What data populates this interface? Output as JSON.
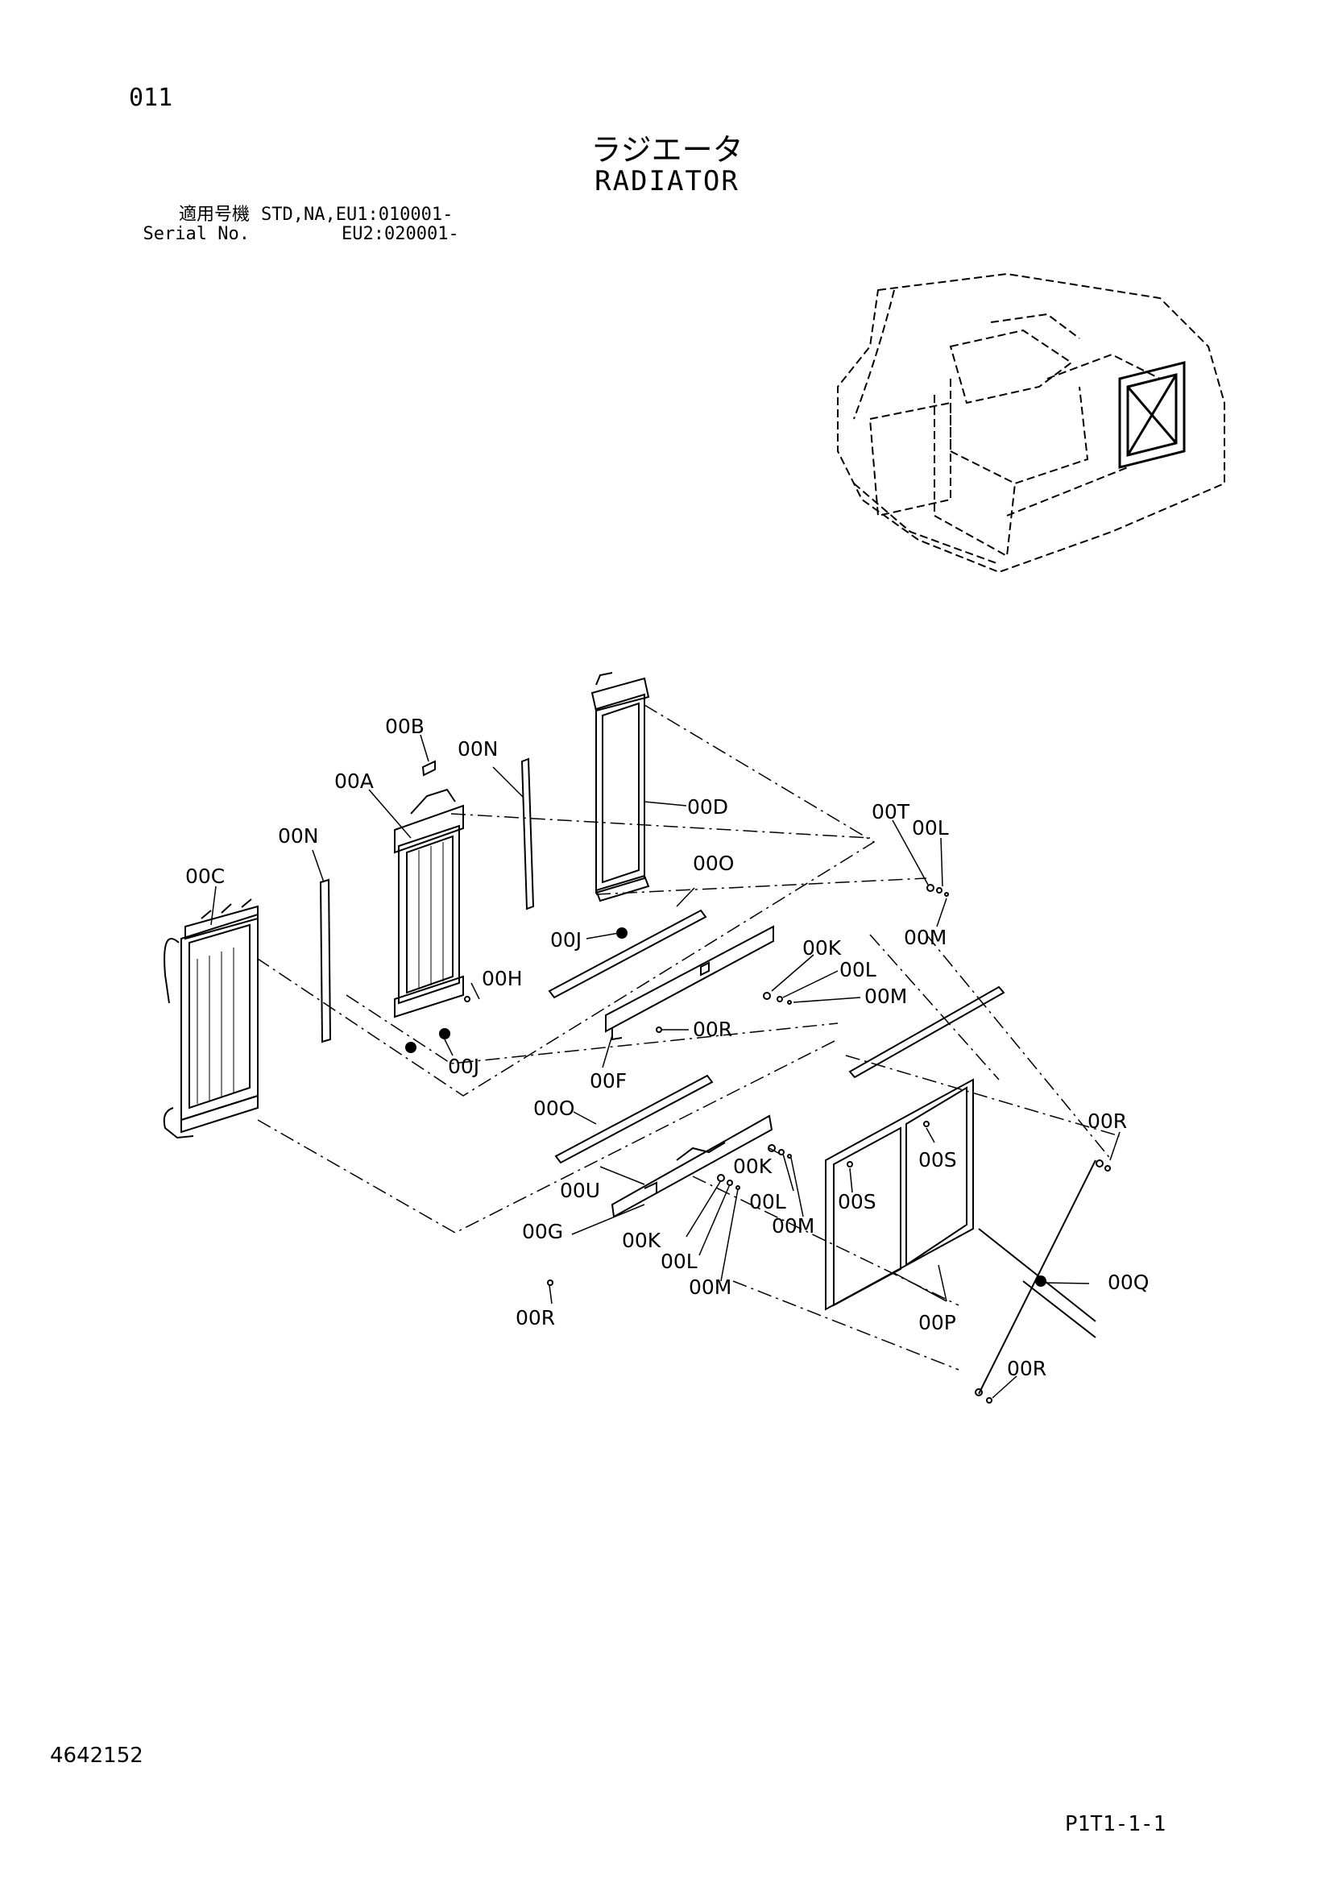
{
  "page_number": "011",
  "title_jp": "ラジエータ",
  "title_en": "RADIATOR",
  "serial": {
    "label_jp": "適用号機",
    "label_en": "Serial No.",
    "line1": "STD,NA,EU1:010001-",
    "line2": "EU2:020001-"
  },
  "part_labels": {
    "B": "00B",
    "N1": "00N",
    "A": "00A",
    "N2": "00N",
    "C": "00C",
    "D": "00D",
    "T": "00T",
    "L1": "00L",
    "O1": "00O",
    "M1": "00M",
    "J1": "00J",
    "K1": "00K",
    "L2": "00L",
    "H": "00H",
    "M2": "00M",
    "R1": "00R",
    "J2": "00J",
    "F": "00F",
    "O2": "00O",
    "R2": "00R",
    "S1": "00S",
    "U": "00U",
    "K2": "00K",
    "S2": "00S",
    "L3": "00L",
    "G": "00G",
    "M3": "00M",
    "K3": "00K",
    "L4": "00L",
    "Q": "00Q",
    "M4": "00M",
    "R3": "00R",
    "P": "00P",
    "R4": "00R"
  },
  "doc_id": "4642152",
  "page_ref": "P1T1-1-1"
}
